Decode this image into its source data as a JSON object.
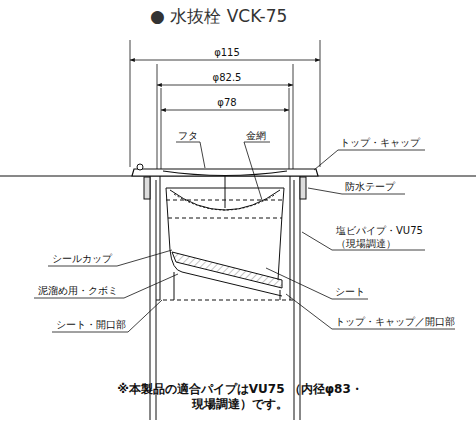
{
  "diagram": {
    "title": "● 水抜栓 VCK-75",
    "caption": "※本製品の適合パイプはVU75 （内径φ83・現場調達）です。",
    "labels": [
      "φ115",
      "φ82.5",
      "φ78",
      "フタ",
      "金網",
      "トップ・キャップ",
      "防水テープ",
      "塩ビパイプ・VU75 （現場調達）",
      "シールカップ",
      "泥溜め用・クボミ",
      "シート・開口部",
      "シート",
      "トップ・キャップ／開口部"
    ]
  }
}
